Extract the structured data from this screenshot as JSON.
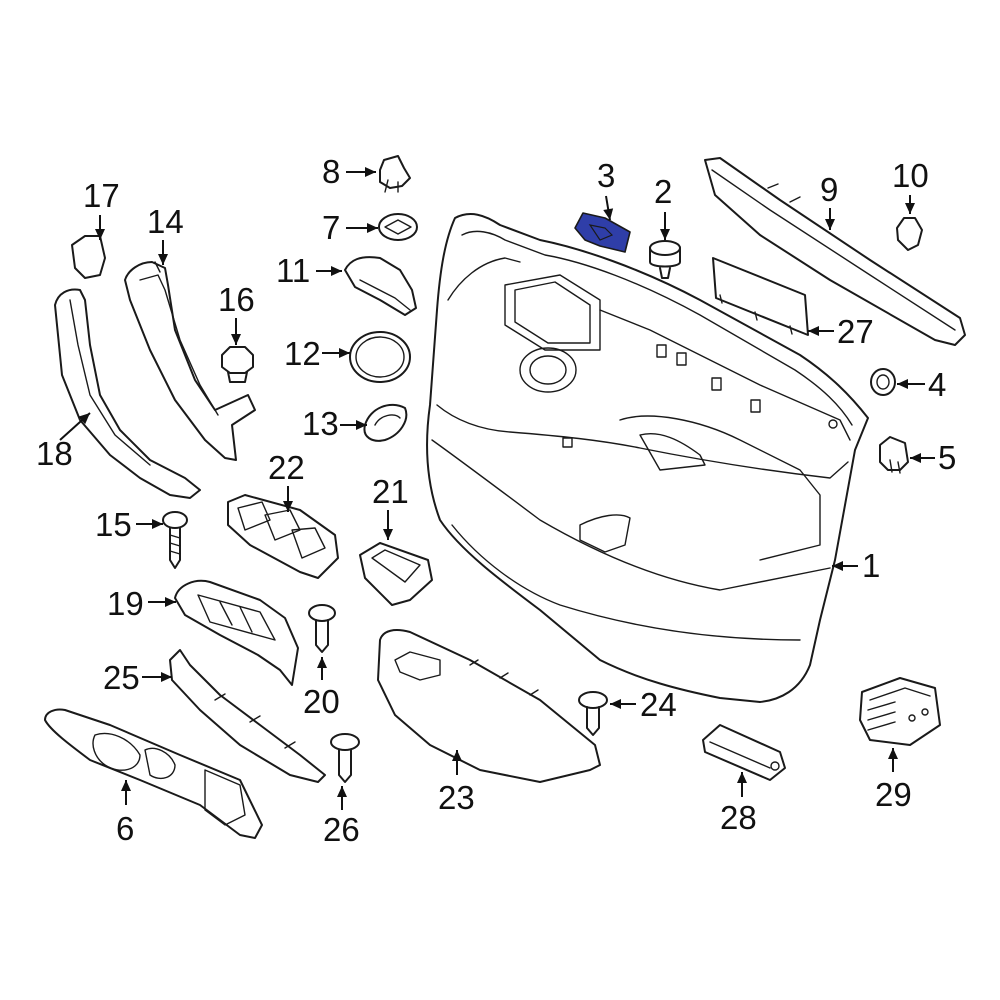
{
  "diagram": {
    "highlight_color": "#2f3ea8",
    "line_color": "#1a1a1a",
    "background": "#ffffff",
    "callouts": [
      {
        "id": "1",
        "label": "1"
      },
      {
        "id": "2",
        "label": "2"
      },
      {
        "id": "3",
        "label": "3"
      },
      {
        "id": "4",
        "label": "4"
      },
      {
        "id": "5",
        "label": "5"
      },
      {
        "id": "6",
        "label": "6"
      },
      {
        "id": "7",
        "label": "7"
      },
      {
        "id": "8",
        "label": "8"
      },
      {
        "id": "9",
        "label": "9"
      },
      {
        "id": "10",
        "label": "10"
      },
      {
        "id": "11",
        "label": "11"
      },
      {
        "id": "12",
        "label": "12"
      },
      {
        "id": "13",
        "label": "13"
      },
      {
        "id": "14",
        "label": "14"
      },
      {
        "id": "15",
        "label": "15"
      },
      {
        "id": "16",
        "label": "16"
      },
      {
        "id": "17",
        "label": "17"
      },
      {
        "id": "18",
        "label": "18"
      },
      {
        "id": "19",
        "label": "19"
      },
      {
        "id": "20",
        "label": "20"
      },
      {
        "id": "21",
        "label": "21"
      },
      {
        "id": "22",
        "label": "22"
      },
      {
        "id": "23",
        "label": "23"
      },
      {
        "id": "24",
        "label": "24"
      },
      {
        "id": "25",
        "label": "25"
      },
      {
        "id": "26",
        "label": "26"
      },
      {
        "id": "27",
        "label": "27"
      },
      {
        "id": "28",
        "label": "28"
      },
      {
        "id": "29",
        "label": "29"
      }
    ]
  }
}
